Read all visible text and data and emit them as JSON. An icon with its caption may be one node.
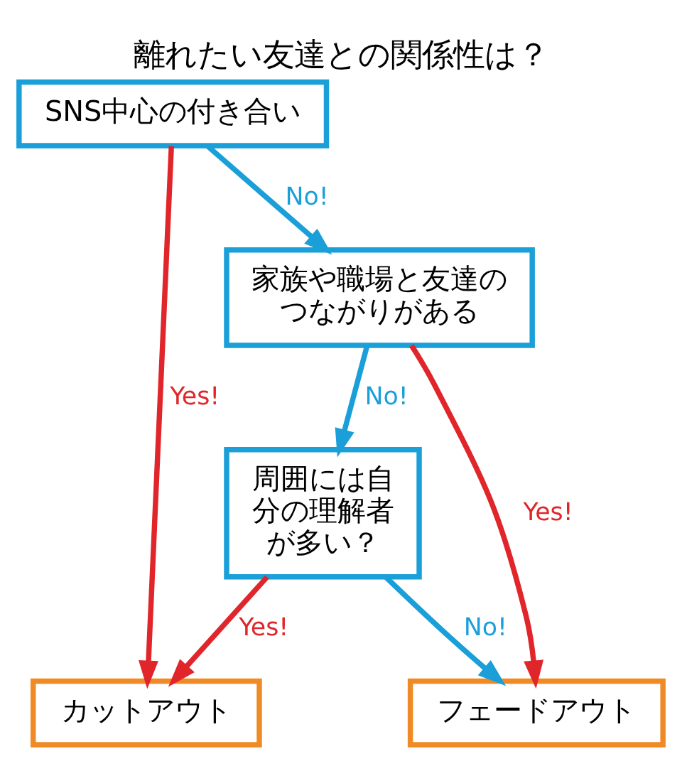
{
  "diagram": {
    "title": "離れたい友達との関係性は？",
    "nodes": [
      {
        "text": [
          "SNS中心の付き合い"
        ]
      },
      {
        "text": [
          "家族や職場と友達のつながりがある"
        ]
      },
      {
        "text": [
          "周囲には自分の理解者が多い？"
        ]
      },
      {
        "text": [
          "カットアウト"
        ]
      },
      {
        "text": [
          "フェードアウト"
        ]
      }
    ],
    "edges": [
      {
        "from": 0,
        "to": 3,
        "arrow": "to",
        "label": "Yes!",
        "color": "#e0262b"
      },
      {
        "from": 0,
        "to": 1,
        "arrow": "to",
        "label": "No!",
        "color": "#1a9fd9"
      },
      {
        "from": 1,
        "to": 2,
        "arrow": "to",
        "label": "No!",
        "color": "#1a9fd9"
      },
      {
        "from": 1,
        "to": 4,
        "arrow": "to",
        "label": "Yes!",
        "color": "#e0262b"
      },
      {
        "from": 2,
        "to": 3,
        "arrow": "to",
        "label": "Yes!",
        "color": "#e0262b"
      },
      {
        "from": 2,
        "to": 4,
        "arrow": "to",
        "label": "No!",
        "color": "#1a9fd9"
      }
    ]
  }
}
